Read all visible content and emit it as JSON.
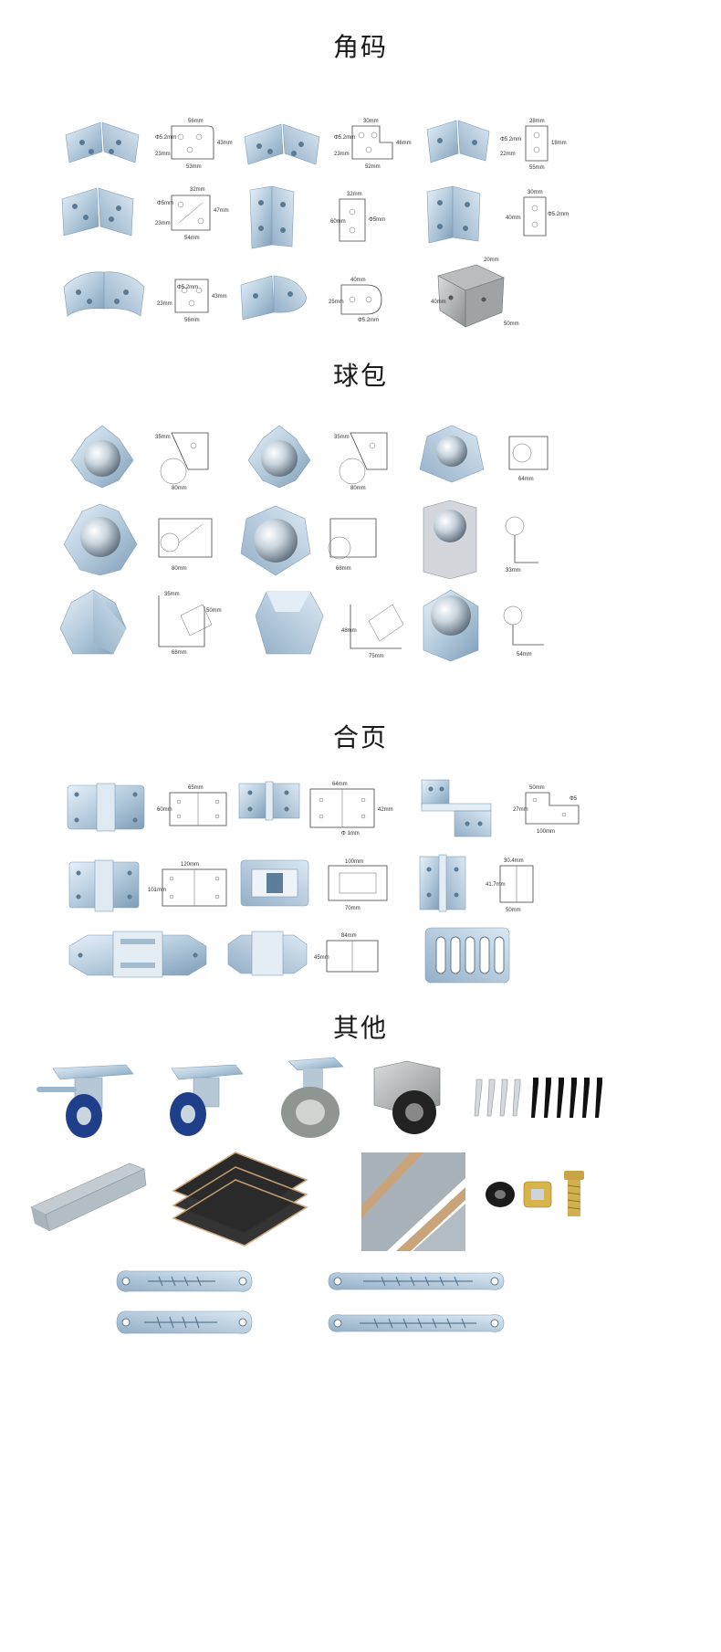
{
  "sections": {
    "corners": {
      "title": "角码",
      "items": [
        {
          "name": "corner-brace-1",
          "dims": [
            "56mm",
            "Φ5.2mm",
            "43mm",
            "23mm",
            "53mm"
          ]
        },
        {
          "name": "corner-brace-2",
          "dims": [
            "30mm",
            "Φ5.2mm",
            "46mm",
            "23mm",
            "52mm"
          ]
        },
        {
          "name": "corner-brace-3",
          "dims": [
            "28mm",
            "Φ5.2mm",
            "18mm",
            "22mm",
            "55mm"
          ]
        },
        {
          "name": "corner-brace-4",
          "dims": [
            "32mm",
            "Φ5mm",
            "47mm",
            "23mm",
            "54mm"
          ]
        },
        {
          "name": "corner-brace-5",
          "dims": [
            "32mm",
            "Φ5mm",
            "60mm"
          ]
        },
        {
          "name": "corner-brace-6",
          "dims": [
            "30mm",
            "Φ5.2mm",
            "40mm"
          ]
        },
        {
          "name": "corner-brace-7",
          "dims": [
            "Φ5.2mm",
            "43mm",
            "23mm",
            "56mm"
          ]
        },
        {
          "name": "corner-brace-8",
          "dims": [
            "40mm",
            "25mm",
            "Φ5.2mm"
          ]
        },
        {
          "name": "corner-brace-9",
          "dims": [
            "20mm",
            "40mm",
            "50mm"
          ]
        }
      ]
    },
    "ball_corners": {
      "title": "球包",
      "items": [
        {
          "name": "ball-corner-1",
          "dims": [
            "35mm",
            "80mm"
          ]
        },
        {
          "name": "ball-corner-2",
          "dims": [
            "35mm",
            "80mm"
          ]
        },
        {
          "name": "ball-corner-3",
          "dims": [
            "64mm"
          ]
        },
        {
          "name": "ball-corner-4",
          "dims": [
            "80mm"
          ]
        },
        {
          "name": "ball-corner-5",
          "dims": [
            "68mm"
          ]
        },
        {
          "name": "ball-corner-6",
          "dims": [
            "33mm"
          ]
        },
        {
          "name": "ball-corner-7",
          "dims": [
            "35mm",
            "50mm",
            "68mm"
          ]
        },
        {
          "name": "ball-corner-8",
          "dims": [
            "48mm",
            "75mm"
          ]
        },
        {
          "name": "ball-corner-9",
          "dims": [
            "54mm"
          ]
        }
      ]
    },
    "hinges": {
      "title": "合页",
      "items": [
        {
          "name": "hinge-1",
          "dims": [
            "65mm",
            "60mm"
          ]
        },
        {
          "name": "hinge-2",
          "dims": [
            "64mm",
            "42mm",
            "Φ 1mm"
          ]
        },
        {
          "name": "hinge-3",
          "dims": [
            "50mm",
            "27mm",
            "100mm",
            "Φ5"
          ]
        },
        {
          "name": "hinge-4",
          "dims": [
            "120mm",
            "101mm"
          ]
        },
        {
          "name": "hinge-5",
          "dims": [
            "100mm",
            "70mm"
          ]
        },
        {
          "name": "hinge-6",
          "dims": [
            "30.4mm",
            "41.7mm",
            "50mm"
          ]
        },
        {
          "name": "hinge-7",
          "dims": []
        },
        {
          "name": "hinge-8",
          "dims": [
            "84mm",
            "45mm"
          ]
        },
        {
          "name": "hinge-9",
          "dims": []
        }
      ]
    },
    "others": {
      "title": "其他",
      "items": [
        "caster-brake",
        "caster-swivel",
        "caster-rubber",
        "caster-corner",
        "rivets",
        "aluminum-angle",
        "plywood-black",
        "plywood-laminate",
        "hardware-nut-bolt",
        "lid-stay-1",
        "lid-stay-2",
        "lid-stay-3",
        "lid-stay-4"
      ]
    }
  },
  "colors": {
    "metal_light": "#cfe0ee",
    "metal_mid": "#9bb7cf",
    "metal_dark": "#6f8ea9",
    "chrome": "#e8eef3",
    "caster_blue": "#1f3f8a",
    "rubber_grey": "#8f9590",
    "board_black": "#2a2a2a",
    "board_edge": "#c9a47a"
  }
}
